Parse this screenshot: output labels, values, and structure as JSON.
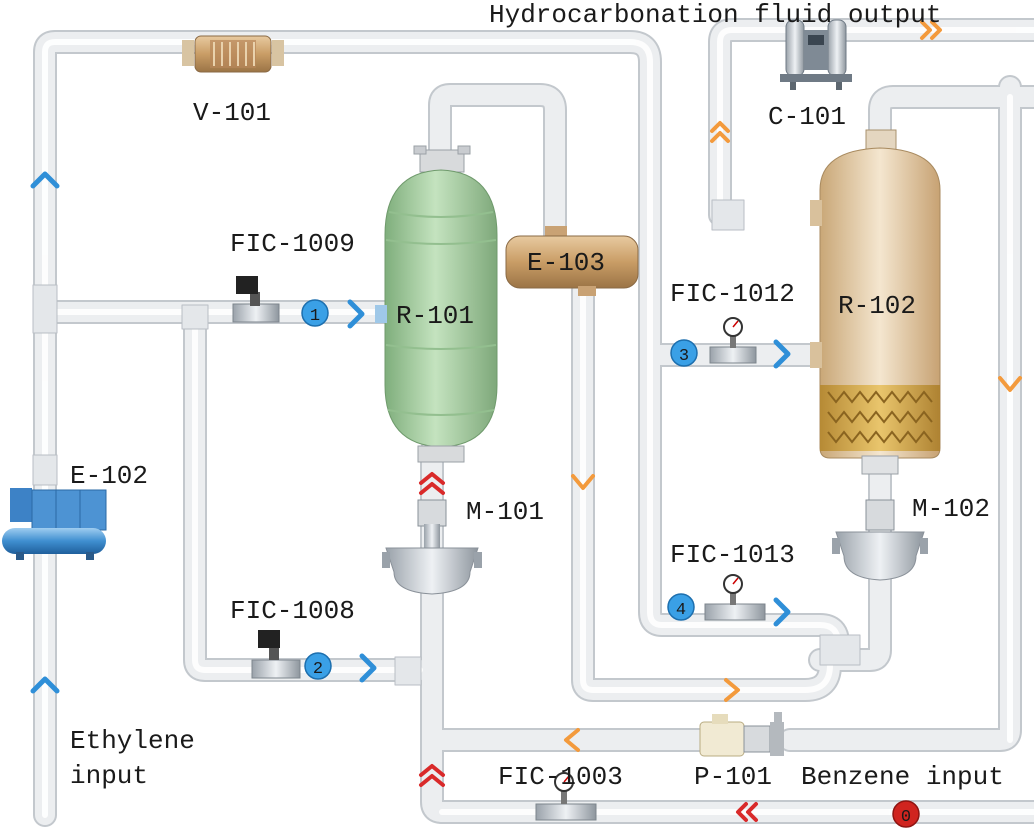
{
  "labels": {
    "output": "Hydrocarbonation fluid output",
    "v101": "V-101",
    "c101": "C-101",
    "fic1009": "FIC-1009",
    "e103": "E-103",
    "r101": "R-101",
    "fic1012": "FIC-1012",
    "r102": "R-102",
    "e102": "E-102",
    "m101": "M-101",
    "m102": "M-102",
    "fic1013": "FIC-1013",
    "fic1008": "FIC-1008",
    "ethylene_line1": "Ethylene",
    "ethylene_line2": "input",
    "fic1003": "FIC-1003",
    "p101": "P-101",
    "benzene": "Benzene input"
  },
  "badges": {
    "b1": "1",
    "b2": "2",
    "b3": "3",
    "b4": "4",
    "b0": "0"
  },
  "colors": {
    "pipe": "#e9ecef",
    "pipe_edge": "#b9bec4",
    "arrow_blue": "#2f8fd8",
    "arrow_orange": "#f39a3c",
    "arrow_red": "#d92a2a",
    "badge_blue": "#3aa0e6",
    "badge_red": "#d0241f",
    "reactor_green": "#a9d2a5",
    "reactor_tan": "#e6cfae",
    "exchanger": "#d1a877"
  },
  "icons": [
    "chevron-up-icon",
    "chevron-right-icon",
    "chevron-left-icon",
    "chevron-down-icon",
    "gauge-icon",
    "flowmeter-icon"
  ]
}
